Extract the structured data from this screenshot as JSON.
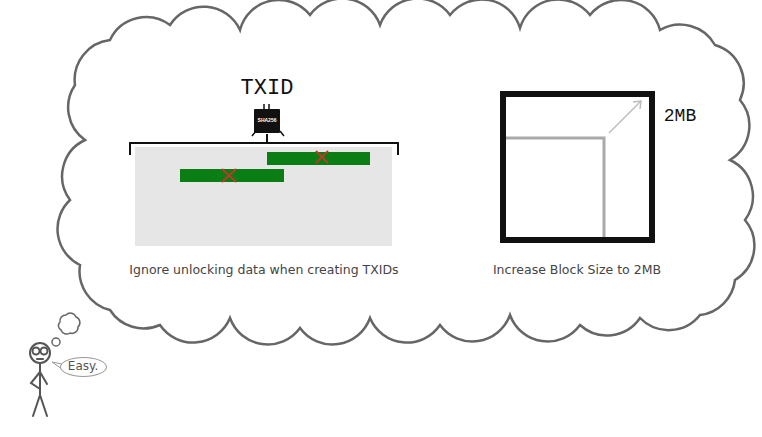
{
  "diagram": {
    "nodes": [
      {
        "text": [
          "SHA256"
        ]
      },
      {
        "text": [
          "Easy."
        ]
      }
    ],
    "labels": [
      "TXID",
      "2MB",
      "Ignore unlocking data when creating TXIDs",
      "Increase Block Size to 2MB"
    ]
  }
}
